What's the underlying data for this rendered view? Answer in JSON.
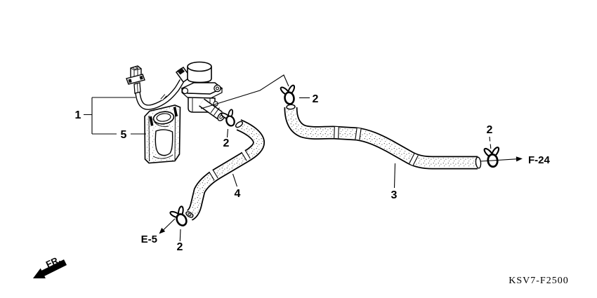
{
  "diagram": {
    "title_code": "KSV7-F2500",
    "front_marker": "FR.",
    "callouts": {
      "assembly": "1",
      "clamp": "2",
      "hose_main": "3",
      "hose_elbow": "4",
      "bracket": "5"
    },
    "references": {
      "e5": "E-5",
      "f24": "F-24"
    },
    "colors": {
      "line": "#000000",
      "background": "#ffffff"
    }
  }
}
